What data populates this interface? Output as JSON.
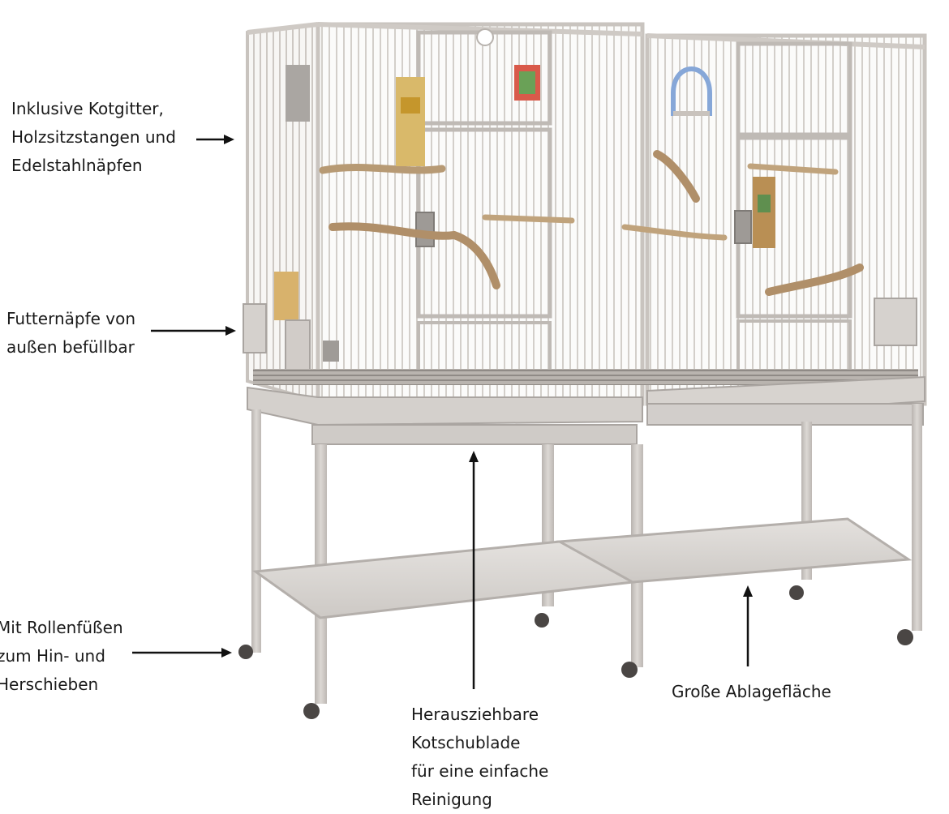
{
  "image": {
    "subject": "bird-cage-with-stand",
    "colors": {
      "background": "#ffffff",
      "cage_frame": "#cfcac5",
      "cage_bars": "#d8d4cf",
      "frame_shadow": "#a9a4a0",
      "wood_perch": "#b79a74",
      "text": "#1a1a1a",
      "arrow": "#111111"
    }
  },
  "callouts": [
    {
      "id": "droppings",
      "lines": [
        "Inklusive Kotgitter,",
        "Holzsitzstangen und",
        "Edelstahlnäpfen"
      ]
    },
    {
      "id": "bowls",
      "lines": [
        "Futternäpfe von",
        "außen befüllbar"
      ]
    },
    {
      "id": "casters",
      "lines": [
        "Mit Rollenfüßen",
        "zum Hin- und",
        "Herschieben"
      ]
    },
    {
      "id": "drawer",
      "lines": [
        "Herausziehbare",
        "Kotschublade",
        "für eine einfache",
        "Reinigung"
      ]
    },
    {
      "id": "shelf",
      "lines": [
        "Große Ablagefläche"
      ]
    }
  ]
}
